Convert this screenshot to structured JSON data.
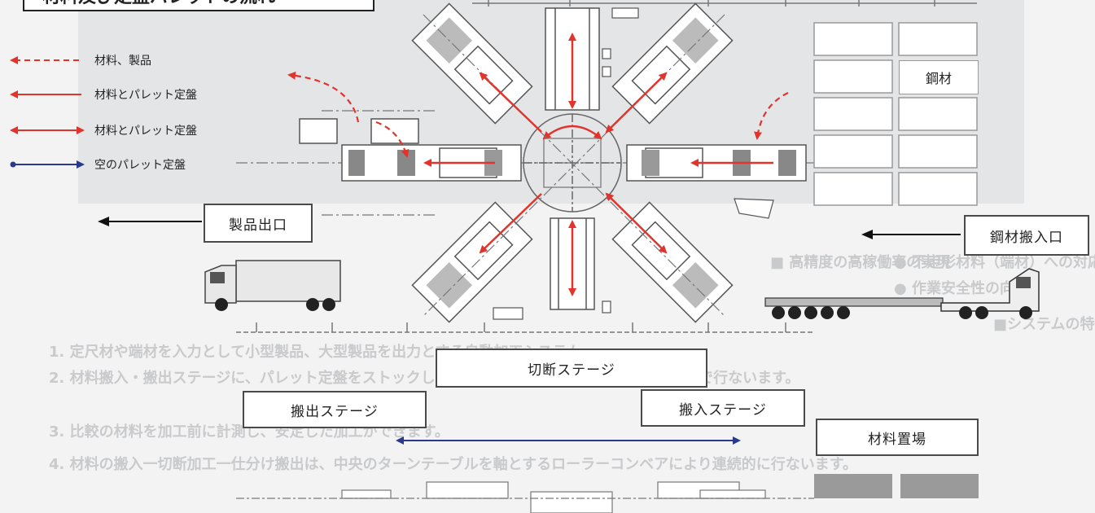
{
  "title": "材料及び定盤パレットの流れ",
  "legend": [
    {
      "label": "材料、製品",
      "color": "#e0342c",
      "style": "dashed-left"
    },
    {
      "label": "材料とパレット定盤",
      "color": "#e0342c",
      "style": "solid-left"
    },
    {
      "label": "材料とパレット定盤",
      "color": "#e0342c",
      "style": "solid-both"
    },
    {
      "label": "空のパレット定盤",
      "color": "#2a3a8a",
      "style": "blue-both"
    }
  ],
  "labels": {
    "product_exit": "製品出口",
    "steel_entry": "鋼材搬入口",
    "steel": "鋼材",
    "cutting_stage": "切断ステージ",
    "unload_stage": "搬出ステージ",
    "load_stage": "搬入ステージ",
    "material_storage": "材料置場"
  },
  "background_text": [
    "■ 高精度の高稼働率の実現",
    "● 不定形材料（端材）への対応",
    "● 作業安全性の向上",
    "■システムの特徴",
    "1.  定尺材や端材を入力として小型製品、大型製品を出力とする自動加工システム。",
    "2.  材料搬入・搬出ステージに、パレット定盤をストックし、材料を自動計測・搬送をリアルタイムで行ないます。",
    "3.  比較の材料を加工前に計測し、安定した加工ができます。",
    "4.  材料の搬入一切断加工一仕分け搬出は、中央のターンテーブルを軸とするローラーコンベアにより連続的に行ないます。"
  ],
  "colors": {
    "red": "#e0342c",
    "blue": "#2a3a8a",
    "line": "#555555"
  }
}
